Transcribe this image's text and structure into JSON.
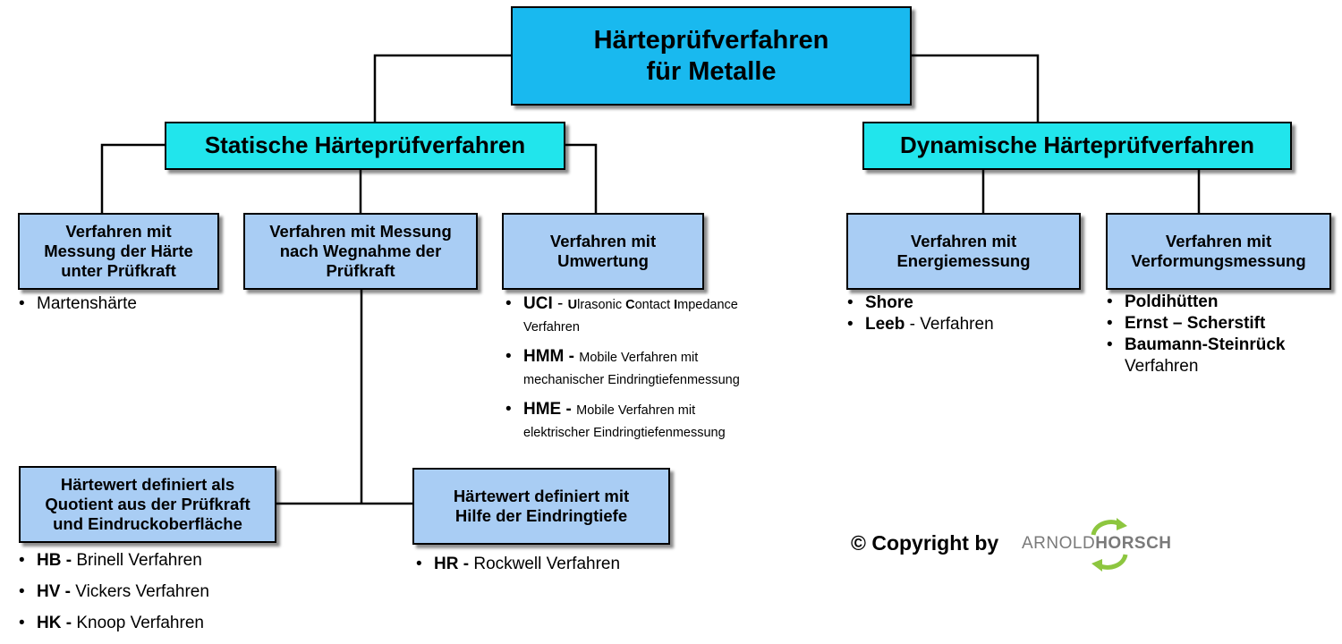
{
  "root": {
    "line1": "Härteprüfverfahren",
    "line2": "für Metalle"
  },
  "static": {
    "title": "Statische Härteprüfverfahren",
    "under_load": {
      "lines": [
        "Verfahren mit",
        "Messung der Härte",
        "unter Prüfkraft"
      ],
      "items": [
        "Martenshärte"
      ]
    },
    "after_removal": {
      "lines": [
        "Verfahren mit Messung",
        "nach Wegnahme der",
        "Prüfkraft"
      ]
    },
    "conversion": {
      "lines": [
        "Verfahren mit",
        "Umwertung"
      ],
      "items": [
        {
          "code": "UCI",
          "sep": " - ",
          "desc_parts": [
            "U",
            "lrasonic ",
            "C",
            "ontact ",
            "I",
            "mpedance"
          ],
          "desc2": "Verfahren"
        },
        {
          "code": "HMM",
          "sep": " - ",
          "desc": "Mobile Verfahren mit",
          "desc2": "mechanischer Eindringtiefenmessung"
        },
        {
          "code": "HME",
          "sep": " - ",
          "desc": "Mobile Verfahren mit",
          "desc2": "elektrischer Eindringtiefenmessung"
        }
      ]
    },
    "quotient": {
      "lines": [
        "Härtewert definiert als",
        "Quotient aus der Prüfkraft",
        "und Eindruckoberfläche"
      ],
      "items": [
        {
          "code": "HB",
          "sep": " - ",
          "desc": "Brinell Verfahren"
        },
        {
          "code": "HV",
          "sep": " - ",
          "desc": "Vickers Verfahren"
        },
        {
          "code": "HK",
          "sep": " - ",
          "desc": "Knoop Verfahren"
        }
      ]
    },
    "depth": {
      "lines": [
        "Härtewert definiert mit",
        "Hilfe der Eindringtiefe"
      ],
      "items": [
        {
          "code": "HR",
          "sep": " - ",
          "desc": "Rockwell Verfahren"
        }
      ]
    }
  },
  "dynamic": {
    "title": "Dynamische Härteprüfverfahren",
    "energy": {
      "lines": [
        "Verfahren mit",
        "Energiemessung"
      ],
      "items": [
        {
          "code": "Shore",
          "sep": "",
          "desc": ""
        },
        {
          "code": "Leeb",
          "sep": " - ",
          "desc": "Verfahren"
        }
      ]
    },
    "deformation": {
      "lines": [
        "Verfahren mit",
        "Verformungsmessung"
      ],
      "items": [
        "Poldihütten",
        "Ernst – Scherstift",
        "Baumann-Steinrück"
      ],
      "last_suffix": "Verfahren"
    }
  },
  "copyright": "© Copyright by",
  "logo": {
    "part1": "ARNOLD",
    "part2": "HORSCH"
  },
  "colors": {
    "root": "#19b9ef",
    "level1": "#21e5ec",
    "level2": "#a9cdf4",
    "logo_arrow": "#8dc63f"
  }
}
